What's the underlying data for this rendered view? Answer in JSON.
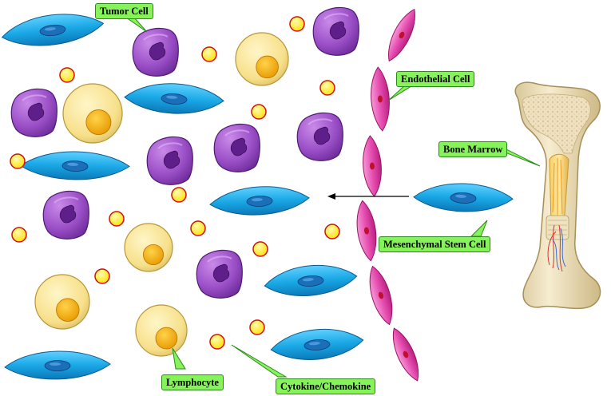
{
  "labels": {
    "tumor_cell": "Tumor Cell",
    "endothelial_cell": "Endothelial Cell",
    "bone_marrow": "Bone Marrow",
    "mesenchymal_stem_cell": "Mesenchymal Stem Cell",
    "lymphocyte": "Lymphocyte",
    "cytokine_chemokine": "Cytokine/Chemokine"
  },
  "colors": {
    "label_fill": "#86f35b",
    "label_border": "#2c8a1c",
    "msc_fill": "#1aa8e6",
    "msc_nucleus": "#1a6fb8",
    "tumor_fill": "#9c50c8",
    "tumor_nucleus": "#5e1f8a",
    "lymphocyte_fill": "#f7e08a",
    "lymphocyte_nucleus": "#f2b21a",
    "endothelial_fill": "#e64db0",
    "endothelial_nucleus": "#c01030",
    "cytokine_fill": "#ffe600",
    "cytokine_border": "#d01010",
    "bone_fill": "#f1e4c0"
  },
  "icons": {
    "migration_arrow": "left-arrow-icon"
  }
}
